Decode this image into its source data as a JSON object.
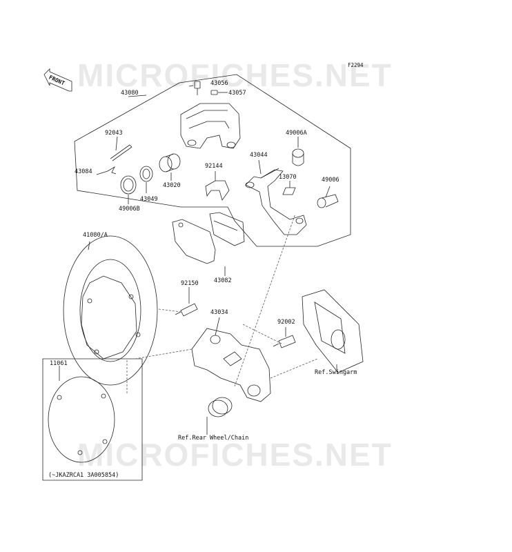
{
  "figure_number": "F2294",
  "watermark": "MICROFICHES.NET",
  "front_arrow_label": "FRONT",
  "parts": {
    "caliper_assy": "43080",
    "bleed_valve": "43056",
    "bleed_cap": "43057",
    "pin": "92043",
    "clip": "43084",
    "seal_outer": "49006B",
    "seal_inner": "43049",
    "piston": "43020",
    "spring": "92144",
    "boot_a": "49006A",
    "holder": "43044",
    "shim": "13070",
    "boot": "49006",
    "disc": "41080/A",
    "pad_assy": "43082",
    "disc_bolt": "92150",
    "bracket": "43034",
    "bracket_bolt": "92002",
    "gasket": "11061"
  },
  "references": {
    "swingarm": "Ref.Swingarm",
    "wheel_chain": "Ref.Rear Wheel/Chain"
  },
  "gasket_note": "(~JKAZRCA1 3A005854)"
}
